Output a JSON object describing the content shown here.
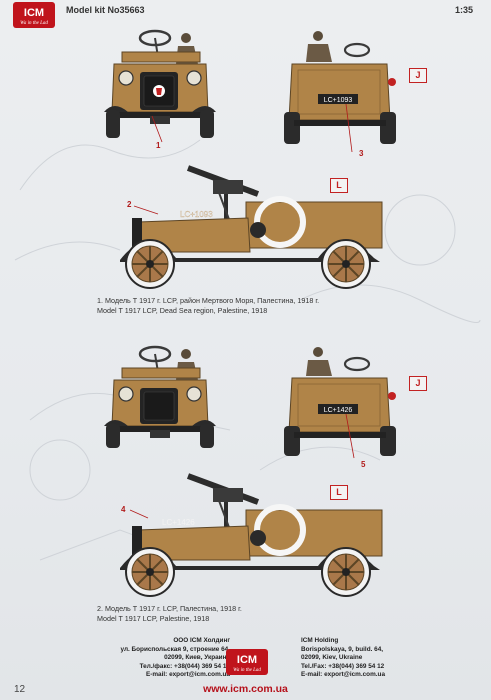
{
  "header": {
    "logo_text": "ICM",
    "logo_tagline": "Wa in the Lad",
    "model_kit": "Model kit No35663",
    "scale": "1:35"
  },
  "colors": {
    "body_tan": "#b08448",
    "brand_red": "#c0141c",
    "marking_red": "#c22222"
  },
  "figures": [
    {
      "callouts": [
        "1",
        "3"
      ],
      "tag": "J",
      "plate": "LC+1093"
    },
    {
      "callouts": [
        "2"
      ],
      "tag": "L",
      "plate": "LC+1093"
    },
    {
      "callouts": [
        "5"
      ],
      "tag": "J",
      "plate": "LC+1426"
    },
    {
      "callouts": [
        "4"
      ],
      "tag": "L",
      "plate": "LC+1426"
    }
  ],
  "captions": [
    {
      "ru": "1. Модель Т 1917 г. LCP, район Мертвого Моря, Палестина, 1918 г.",
      "en": "Model T 1917 LCP, Dead Sea region, Palestine, 1918"
    },
    {
      "ru": "2. Модель Т 1917 г. LCP, Палестина, 1918 г.",
      "en": "Model T 1917 LCP, Palestine, 1918"
    }
  ],
  "footer": {
    "left": {
      "line1": "ООО ICM Холдинг",
      "line2": "ул. Бориспольская 9, строение 64,",
      "line3": "02099, Киев, Украина",
      "line4": "Тел./факс: +38(044) 369 54 12",
      "line5": "E-mail: export@icm.com.ua"
    },
    "right": {
      "line1": "ICM Holding",
      "line2": "Borispolskaya, 9, build. 64,",
      "line3": "02099, Kiev, Ukraine",
      "line4": "Tel./Fax: +38(044) 369 54 12",
      "line5": "E-mail: export@icm.com.ua"
    },
    "page_number": "12",
    "website": "www.icm.com.ua"
  }
}
